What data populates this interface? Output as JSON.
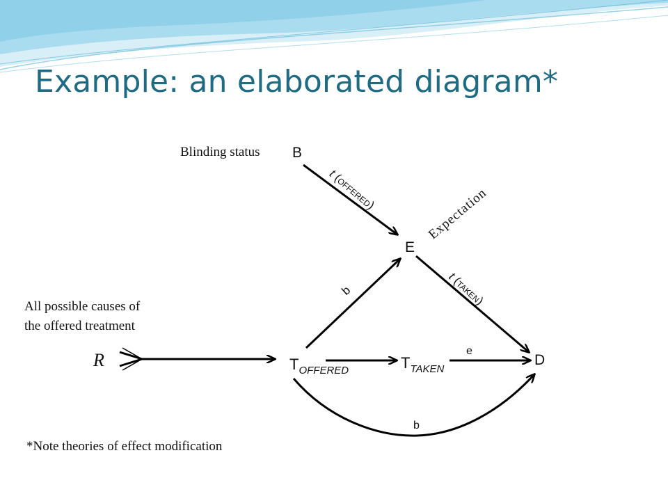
{
  "slide": {
    "title": "Example: an elaborated diagram*"
  },
  "diagram": {
    "nodes": {
      "b_node": "B",
      "e_node": "E",
      "d_node": "D",
      "r_node": "R",
      "t_offered": {
        "main": "T",
        "sub": "OFFERED"
      },
      "t_taken": {
        "main": "T",
        "sub": "TAKEN"
      }
    },
    "annotations": {
      "blinding": "Blinding status",
      "expectation": "Expectation",
      "causes_line1": "All possible causes of",
      "causes_line2": "the offered treatment",
      "note": "*Note theories of effect modification"
    },
    "edge_labels": {
      "t_offered": {
        "t": "t",
        "open": "(",
        "sub": "OFFERED",
        "close": ")"
      },
      "t_taken": {
        "t": "t",
        "open": "(",
        "sub": "TAKEN",
        "close": ")"
      },
      "b_upper": "b",
      "e_label": "e",
      "b_lower": "b"
    }
  },
  "colors": {
    "title": "#1e6b83",
    "wave_light": "#cfeaf4",
    "wave_mid": "#8ed0e8",
    "wave_dark": "#3aa6cc"
  }
}
